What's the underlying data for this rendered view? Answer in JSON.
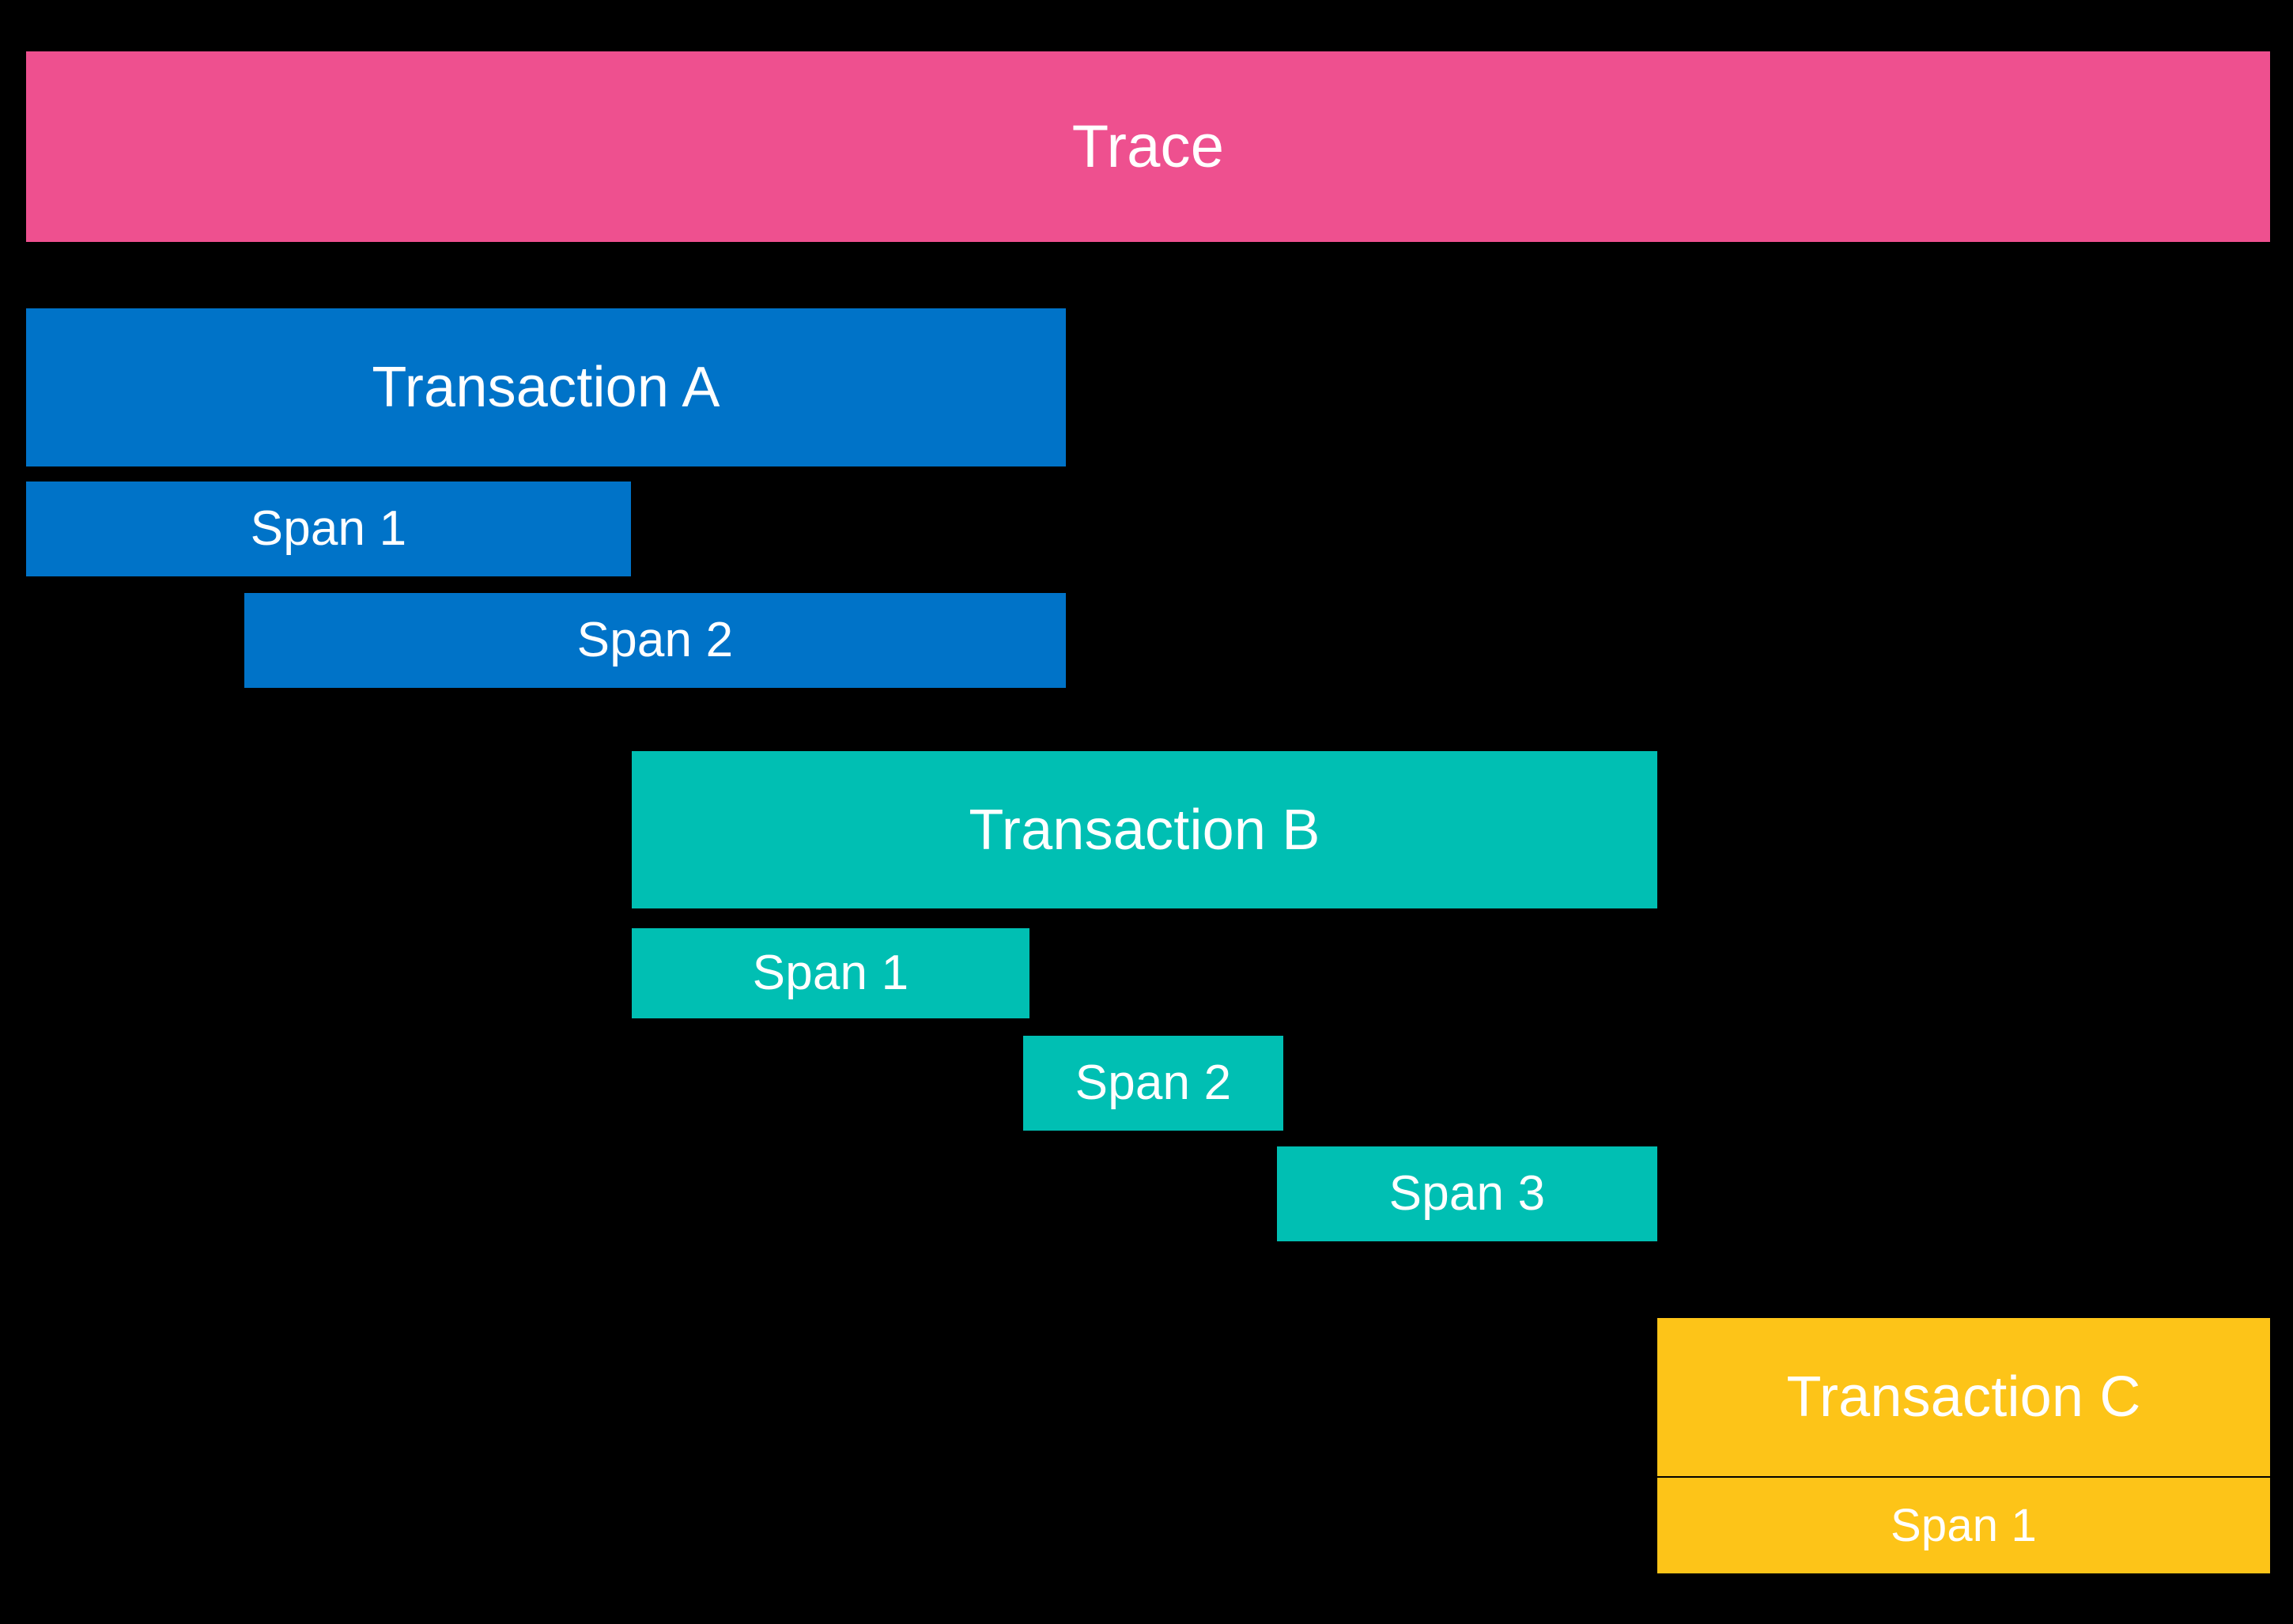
{
  "diagram": {
    "title": "Trace",
    "background_color": "#000000",
    "text_color": "#ffffff",
    "colors": {
      "trace_pink": "#ee508f",
      "transaction_a_blue": "#0073c8",
      "transaction_b_teal": "#00bfb3",
      "transaction_c_yellow": "#fdc418"
    },
    "trace": {
      "label": "Trace",
      "color": "#ee508f"
    },
    "transactions": [
      {
        "label": "Transaction A",
        "color": "#0073c8",
        "spans": [
          {
            "label": "Span 1"
          },
          {
            "label": "Span 2"
          }
        ]
      },
      {
        "label": "Transaction B",
        "color": "#00bfb3",
        "spans": [
          {
            "label": "Span 1"
          },
          {
            "label": "Span 2"
          },
          {
            "label": "Span 3"
          }
        ]
      },
      {
        "label": "Transaction C",
        "color": "#fdc418",
        "spans": [
          {
            "label": "Span 1"
          }
        ]
      }
    ]
  }
}
